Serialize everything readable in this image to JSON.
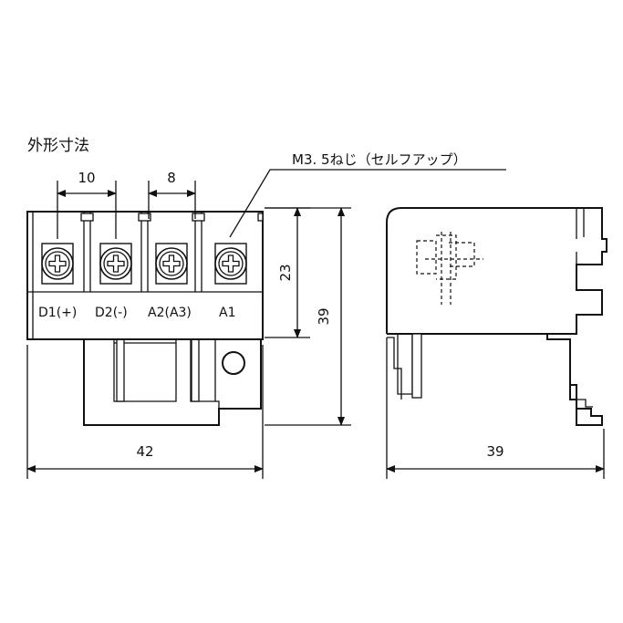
{
  "title": "外形寸法",
  "screw_label": "M3. 5ねじ（セルフアップ）",
  "terminals": [
    "D1(+)",
    "D2(-)",
    "A2(A3)",
    "A1"
  ],
  "dimensions": {
    "pitch_a": "10",
    "pitch_b": "8",
    "terminal_height": "23",
    "front_height": "39",
    "front_width": "42",
    "side_width": "39"
  }
}
